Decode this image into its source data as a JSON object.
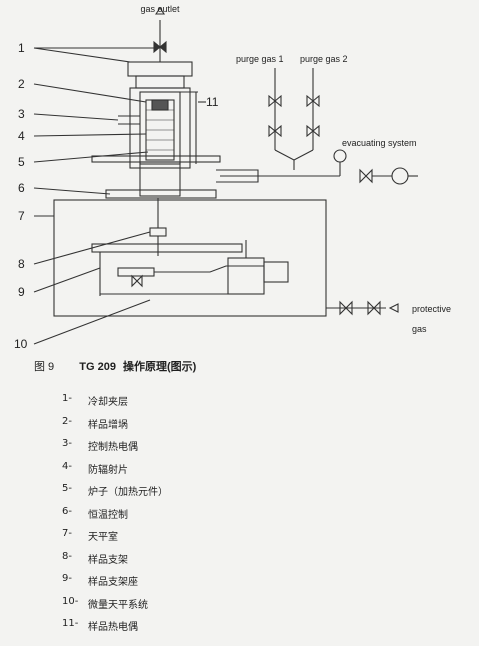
{
  "diagram": {
    "labels": {
      "gas_outlet": "gas outlet",
      "purge_gas_1": "purge gas 1",
      "purge_gas_2": "purge gas 2",
      "evacuating_system": "evacuating system",
      "protective": "protective",
      "gas": "gas"
    },
    "numbers": [
      "1",
      "2",
      "3",
      "4",
      "5",
      "6",
      "7",
      "8",
      "9",
      "10",
      "11"
    ]
  },
  "caption": {
    "fig": "图 9",
    "model": "TG 209",
    "title": "操作原理(图示)"
  },
  "legend": [
    {
      "key": "1-",
      "text": "冷却夹层"
    },
    {
      "key": "2-",
      "text": "样品增埚"
    },
    {
      "key": "3-",
      "text": "控制热电偶"
    },
    {
      "key": "4-",
      "text": "防辐射片"
    },
    {
      "key": "5-",
      "text": "炉子（加热元件）"
    },
    {
      "key": "6-",
      "text": "恒温控制"
    },
    {
      "key": "7-",
      "text": "天平室"
    },
    {
      "key": "8-",
      "text": "样品支架"
    },
    {
      "key": "9-",
      "text": "样品支架座"
    },
    {
      "key": "10-",
      "text": "微量天平系统"
    },
    {
      "key": "11-",
      "text": "样品热电偶"
    }
  ]
}
